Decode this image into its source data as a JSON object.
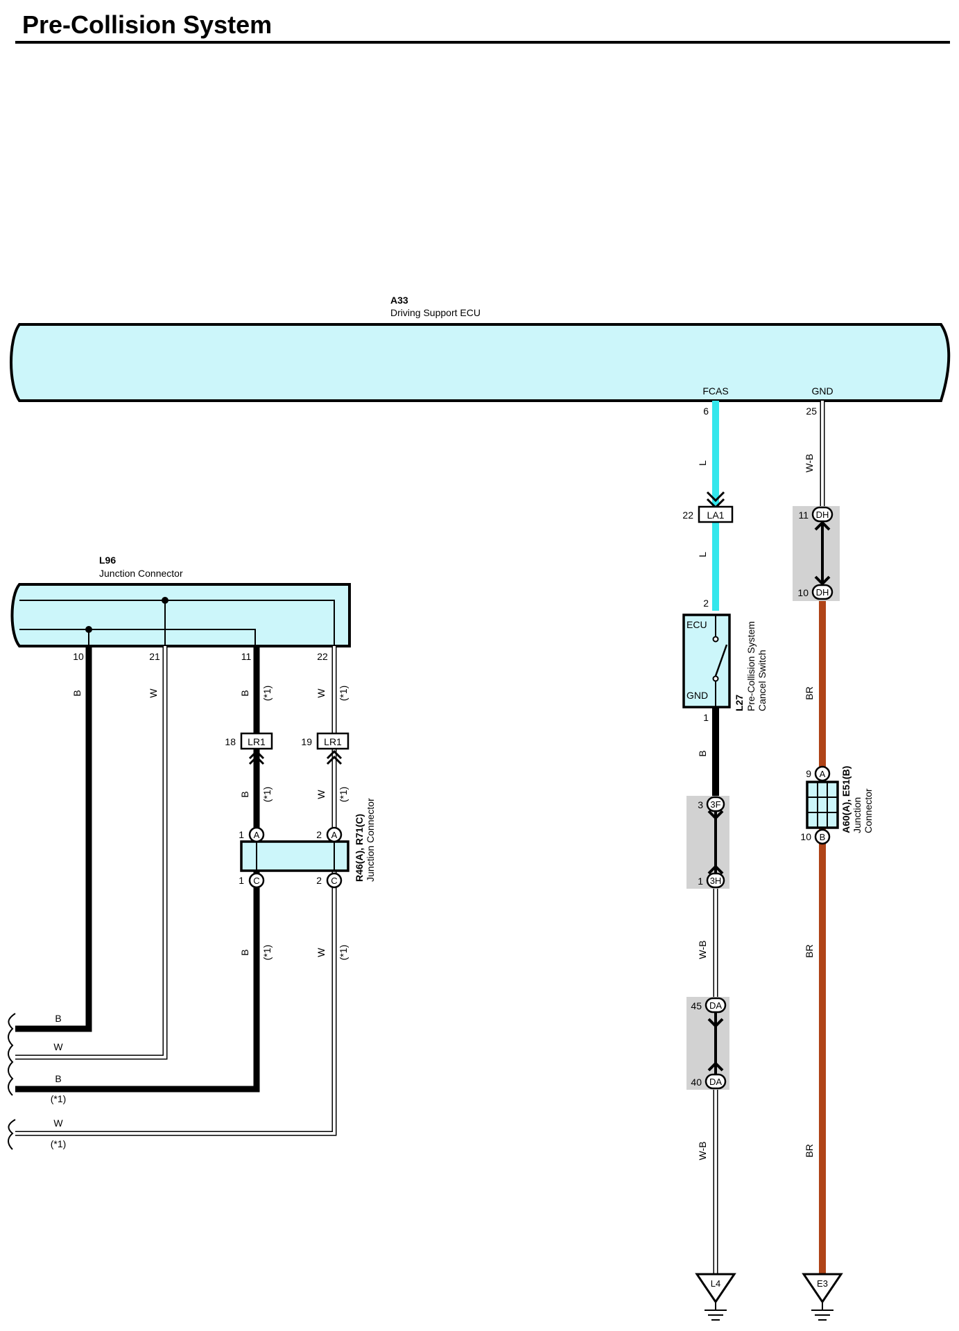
{
  "title": "Pre-Collision System",
  "colors": {
    "ecu_fill": "#ccf6fa",
    "wire_L": "#33e7ec",
    "wire_BR": "#b04418",
    "splice_shade": "#d2d2d2",
    "wire_B": "#000000"
  },
  "a33": {
    "code": "A33",
    "name": "Driving Support ECU",
    "pin_fcas": "FCAS",
    "pin_gnd": "GND",
    "pin_fcas_no": "6",
    "pin_gnd_no": "25"
  },
  "l96": {
    "code": "L96",
    "name": "Junction Connector",
    "pins": [
      "10",
      "21",
      "11",
      "22"
    ]
  },
  "wires": {
    "b": "B",
    "w": "W",
    "l": "L",
    "wb": "W-B",
    "br": "BR",
    "note": "(*1)"
  },
  "lr1": {
    "code": "LR1",
    "pin_a": "18",
    "pin_b": "19"
  },
  "r46": {
    "code": "R46(A), R71(C)",
    "name": "Junction Connector",
    "pin_a": "A",
    "pin_c": "C",
    "n1": "1",
    "n2": "2"
  },
  "la1": {
    "code": "LA1",
    "pin": "22"
  },
  "l27": {
    "code": "L27",
    "name_line1": "Pre-Collision System",
    "name_line2": "Cancel Switch",
    "term_ecu": "ECU",
    "term_gnd": "GND",
    "pin_top": "2",
    "pin_bottom": "1"
  },
  "splices": {
    "dh": {
      "code": "DH",
      "pin_top": "11",
      "pin_bottom": "10"
    },
    "f3": {
      "code_top": "3F",
      "code_bottom": "3H",
      "pin_top": "3",
      "pin_bottom": "1"
    },
    "da": {
      "code": "DA",
      "pin_top": "45",
      "pin_bottom": "40"
    }
  },
  "a60": {
    "code": "A60(A), E51(B)",
    "name_line1": "Junction",
    "name_line2": "Connector",
    "pin_a": "A",
    "pin_b": "B",
    "n_top": "9",
    "n_bottom": "10"
  },
  "grounds": {
    "left": "L4",
    "right": "E3"
  }
}
